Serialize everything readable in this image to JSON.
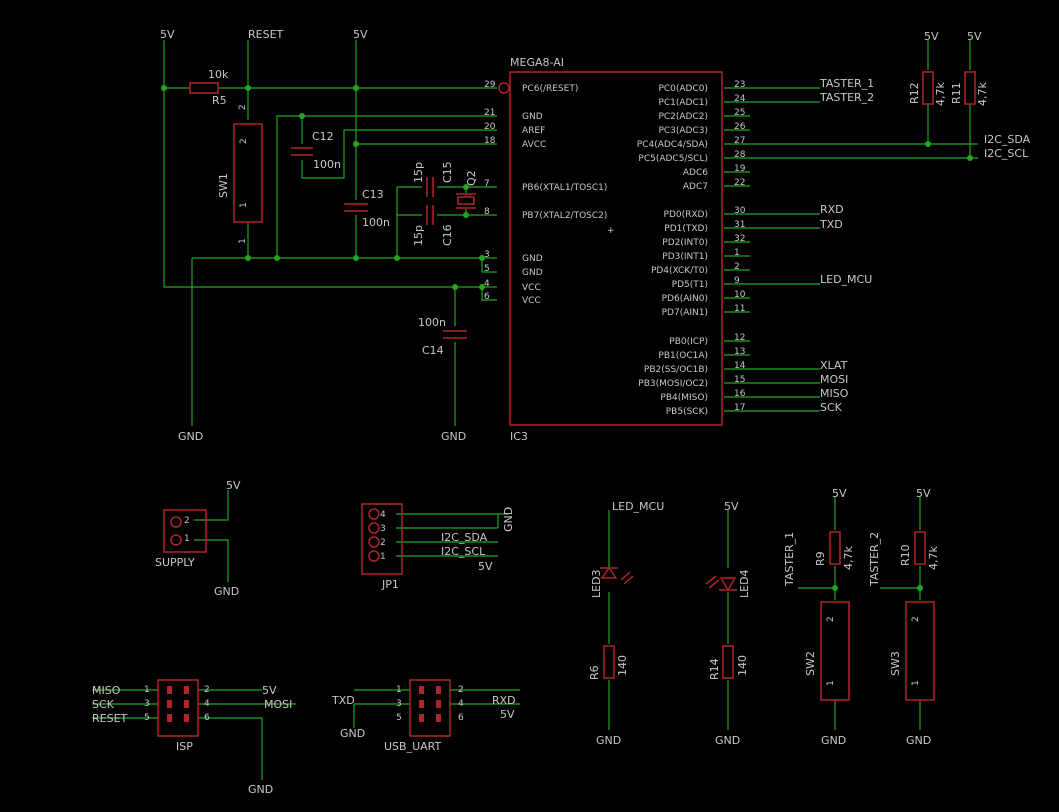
{
  "colors": {
    "background": "#000000",
    "wire": "#23a523",
    "component": "#b0252a",
    "text": "#c8c8c8",
    "junction": "#23a523"
  },
  "supply": {
    "v5": "5V",
    "gnd": "GND",
    "reset": "RESET"
  },
  "ic3": {
    "name": "IC3",
    "value": "MEGA8-AI",
    "left_pins": [
      {
        "num": "29",
        "name": "PC6(/RESET)"
      },
      {
        "num": "21",
        "name": "GND"
      },
      {
        "num": "20",
        "name": "AREF"
      },
      {
        "num": "18",
        "name": "AVCC"
      },
      {
        "num": "7",
        "name": "PB6(XTAL1/TOSC1)"
      },
      {
        "num": "8",
        "name": "PB7(XTAL2/TOSC2)"
      },
      {
        "num": "3",
        "name": "GND"
      },
      {
        "num": "5",
        "name": "GND"
      },
      {
        "num": "4",
        "name": "VCC"
      },
      {
        "num": "6",
        "name": "VCC"
      }
    ],
    "right_pins": [
      {
        "num": "23",
        "name": "PC0(ADC0)"
      },
      {
        "num": "24",
        "name": "PC1(ADC1)"
      },
      {
        "num": "25",
        "name": "PC2(ADC2)"
      },
      {
        "num": "26",
        "name": "PC3(ADC3)"
      },
      {
        "num": "27",
        "name": "PC4(ADC4/SDA)"
      },
      {
        "num": "28",
        "name": "PC5(ADC5/SCL)"
      },
      {
        "num": "19",
        "name": "ADC6"
      },
      {
        "num": "22",
        "name": "ADC7"
      },
      {
        "num": "30",
        "name": "PD0(RXD)"
      },
      {
        "num": "31",
        "name": "PD1(TXD)"
      },
      {
        "num": "32",
        "name": "PD2(INT0)"
      },
      {
        "num": "1",
        "name": "PD3(INT1)"
      },
      {
        "num": "2",
        "name": "PD4(XCK/T0)"
      },
      {
        "num": "9",
        "name": "PD5(T1)"
      },
      {
        "num": "10",
        "name": "PD6(AIN0)"
      },
      {
        "num": "11",
        "name": "PD7(AIN1)"
      },
      {
        "num": "12",
        "name": "PB0(ICP)"
      },
      {
        "num": "13",
        "name": "PB1(OC1A)"
      },
      {
        "num": "14",
        "name": "PB2(SS/OC1B)"
      },
      {
        "num": "15",
        "name": "PB3(MOSI/OC2)"
      },
      {
        "num": "16",
        "name": "PB4(MISO)"
      },
      {
        "num": "17",
        "name": "PB5(SCK)"
      }
    ]
  },
  "nets": {
    "taster1": "TASTER_1",
    "taster2": "TASTER_2",
    "sda": "I2C_SDA",
    "scl": "I2C_SCL",
    "rxd": "RXD",
    "txd": "TXD",
    "led_mcu": "LED_MCU",
    "xlat": "XLAT",
    "mosi": "MOSI",
    "miso": "MISO",
    "sck": "SCK"
  },
  "parts": {
    "r5": {
      "name": "R5",
      "value": "10k"
    },
    "sw1": {
      "name": "SW1"
    },
    "c12": {
      "name": "C12",
      "value": "100n"
    },
    "c13": {
      "name": "C13",
      "value": "100n"
    },
    "c14": {
      "name": "C14",
      "value": "100n"
    },
    "c15": {
      "name": "C15",
      "value": "15p"
    },
    "c16": {
      "name": "C16",
      "value": "15p"
    },
    "q2": {
      "name": "Q2"
    },
    "r12": {
      "name": "R12",
      "value": "4,7k"
    },
    "r11": {
      "name": "R11",
      "value": "4,7k"
    },
    "supply_conn": {
      "name": "SUPPLY"
    },
    "jp1": {
      "name": "JP1"
    },
    "led3": {
      "name": "LED3"
    },
    "led4": {
      "name": "LED4"
    },
    "r6": {
      "name": "R6",
      "value": "140"
    },
    "r14": {
      "name": "R14",
      "value": "140"
    },
    "r9": {
      "name": "R9",
      "value": "4,7k"
    },
    "r10": {
      "name": "R10",
      "value": "4,7k"
    },
    "sw2": {
      "name": "SW2"
    },
    "sw3": {
      "name": "SW3"
    },
    "isp": {
      "name": "ISP"
    },
    "usb_uart": {
      "name": "USB_UART"
    }
  },
  "pin_numbers": {
    "p1": "1",
    "p2": "2",
    "p3": "3",
    "p4": "4",
    "p5": "5",
    "p6": "6"
  }
}
